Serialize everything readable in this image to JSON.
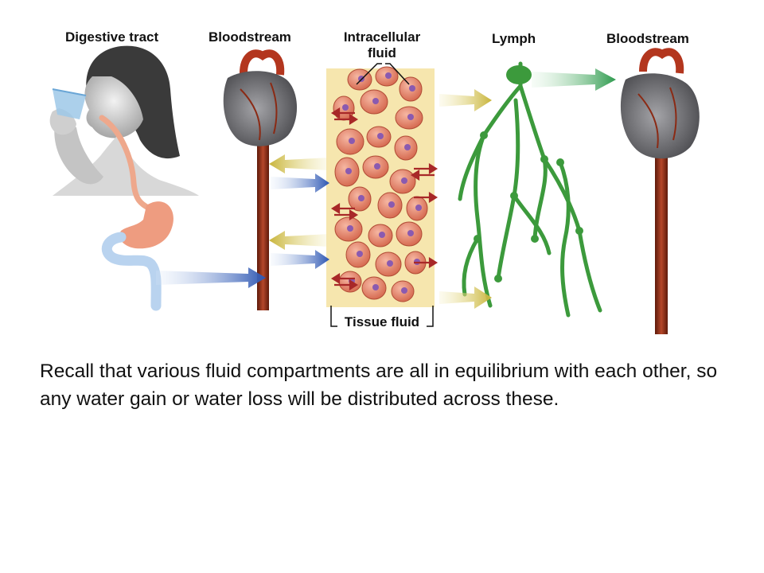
{
  "labels": {
    "digestive_tract": "Digestive tract",
    "bloodstream_left": "Bloodstream",
    "intracellular_line1": "Intracellular",
    "intracellular_line2": "fluid",
    "lymph": "Lymph",
    "bloodstream_right": "Bloodstream",
    "tissue_fluid": "Tissue fluid"
  },
  "caption": "Recall that various fluid compartments are all in equilibrium with each other, so any water gain or water loss will be distributed across these.",
  "colors": {
    "vessel": "#8b2a14",
    "heart": "#6e6e70",
    "cell": "#e0826a",
    "nucleus": "#8a5ab0",
    "tissue_bg": "#f6e6ae",
    "lymph": "#3c9a3c",
    "arrow_yellow": "#c8b43a",
    "arrow_blue": "#2c55b2",
    "arrow_red": "#a82828",
    "arrow_green": "#2e9a4e",
    "gut": "#ee9c80",
    "intestine": "#b9d3ef"
  }
}
